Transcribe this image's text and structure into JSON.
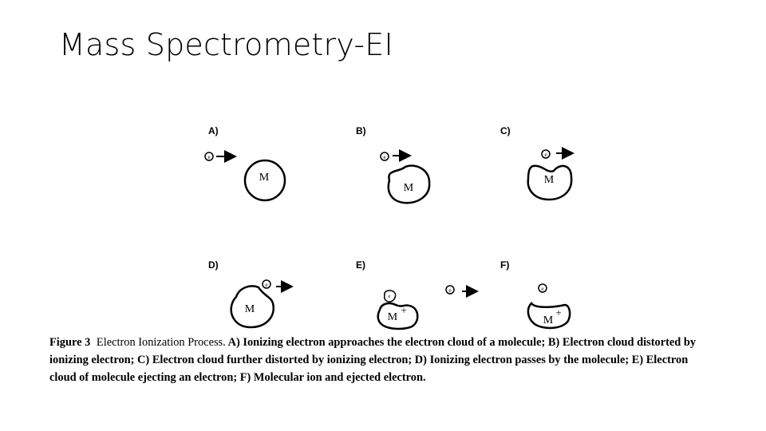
{
  "slide": {
    "title": "Mass Spectrometry-EI"
  },
  "figure": {
    "panels": [
      {
        "label": "A)"
      },
      {
        "label": "B)"
      },
      {
        "label": "C)"
      },
      {
        "label": "D)"
      },
      {
        "label": "E)"
      },
      {
        "label": "F)"
      }
    ],
    "molecule_symbol": "M",
    "ion_symbol": "M",
    "plus_sign": "+",
    "electron_symbol": "e",
    "caption": {
      "label": "Figure 3",
      "title": "Electron Ionization Process.",
      "text": "A) Ionizing electron approaches the electron cloud of a molecule; B) Electron cloud distorted by ionizing electron; C) Electron cloud further distorted by ionizing electron; D) Ionizing electron passes by the molecule; E) Electron cloud of molecule ejecting an electron; F) Molecular ion and ejected electron."
    }
  }
}
